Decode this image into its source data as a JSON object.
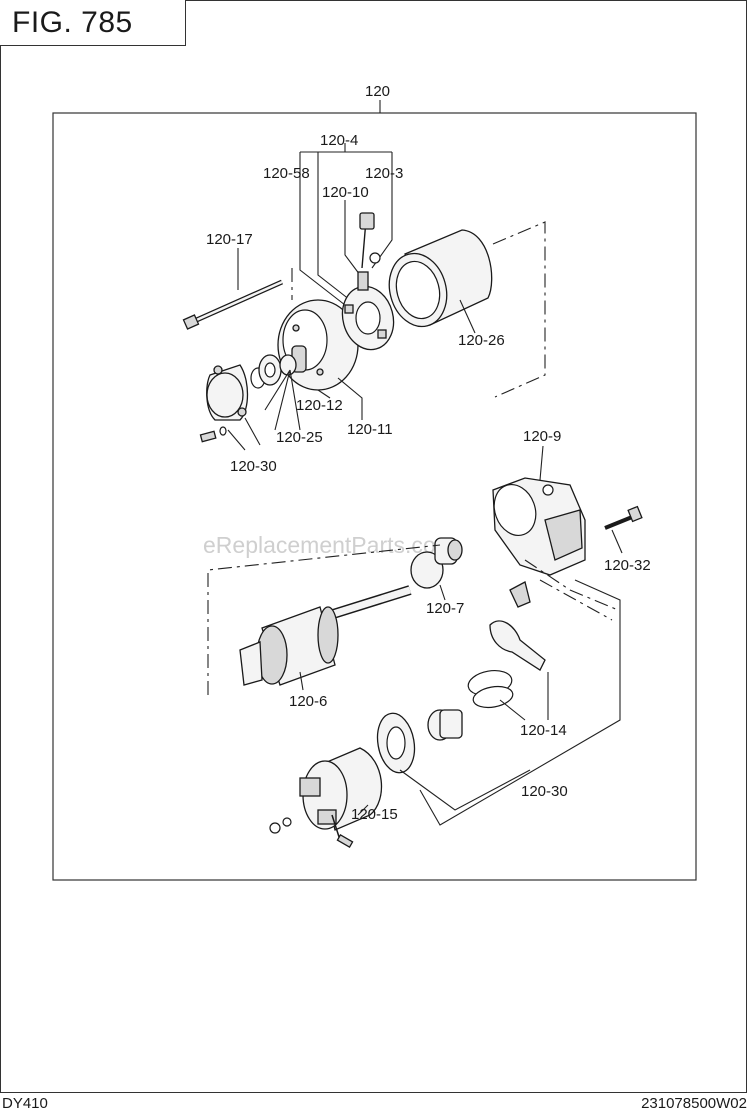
{
  "figure": {
    "label": "FIG. 785"
  },
  "footer": {
    "model": "DY410",
    "drawing_number": "231078500W02"
  },
  "watermark": "eReplacementParts.com",
  "callouts": {
    "assembly": "120",
    "p120_4": "120-4",
    "p120_58": "120-58",
    "p120_3": "120-3",
    "p120_10": "120-10",
    "p120_17": "120-17",
    "p120_26": "120-26",
    "p120_12": "120-12",
    "p120_25": "120-25",
    "p120_11": "120-11",
    "p120_30_top": "120-30",
    "p120_9": "120-9",
    "p120_32": "120-32",
    "p120_7": "120-7",
    "p120_6": "120-6",
    "p120_14": "120-14",
    "p120_30_bottom": "120-30",
    "p120_15": "120-15"
  }
}
